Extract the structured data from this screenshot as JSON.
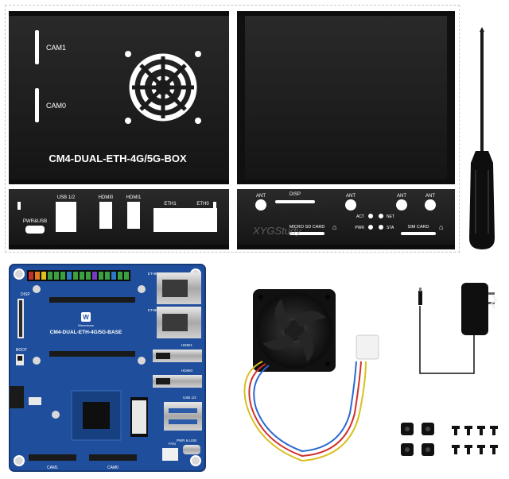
{
  "case": {
    "top_left": {
      "cam1": "CAM1",
      "cam0": "CAM0",
      "title": "CM4-DUAL-ETH-4G/5G-BOX"
    },
    "front_panel": {
      "pwr_usb": "PWR&USB",
      "usb12": "USB 1/2",
      "hdmi0": "HDMI0",
      "hdmi1": "HDMI1",
      "eth1": "ETH1",
      "eth0": "ETH0"
    },
    "rear_panel": {
      "ant1": "ANT",
      "disp": "DISP",
      "ant2": "ANT",
      "ant3": "ANT",
      "ant4": "ANT",
      "act": "ACT",
      "net": "NET",
      "pwr": "PWR",
      "sta": "STA",
      "micro_sd": "MICRO SD CARD",
      "sim": "SIM CARD"
    },
    "watermark": "XYGStudy"
  },
  "board": {
    "title": "CM4-DUAL-ETH-4G/5G-BASE",
    "brand": "Waveshare",
    "disp": "DISP",
    "boot": "BOOT",
    "ethernet0": "ETHERNET 0",
    "ethernet1": "ETHERNET 1",
    "hdmi1": "HDMI1",
    "hdmi0": "HDMI0",
    "usb12": "USB 1/2",
    "pwr_usb": "PWR & USB",
    "fan": "FAN",
    "cam1": "CAM1",
    "cam0": "CAM0"
  },
  "colors": {
    "case": "#1b1b1b",
    "board": "#1f4e9c",
    "label": "#ffffff"
  }
}
